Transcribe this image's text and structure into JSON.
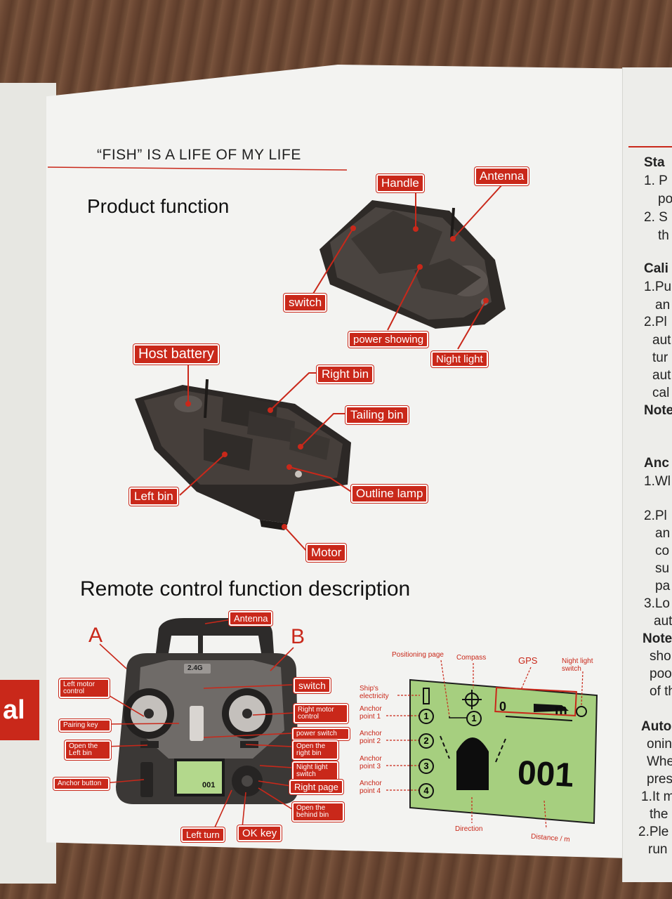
{
  "header": {
    "tagline": "“FISH” IS A LIFE OF MY LIFE"
  },
  "sections": {
    "product_function": "Product function",
    "remote_description": "Remote control function description"
  },
  "boat_top_labels": {
    "handle": "Handle",
    "antenna": "Antenna",
    "switch": "switch",
    "power_showing": "power showing",
    "night_light": "Night light"
  },
  "boat_bottom_labels": {
    "host_battery": "Host battery",
    "right_bin": "Right bin",
    "tailing_bin": "Tailing bin",
    "left_bin": "Left bin",
    "outline_lamp": "Outline lamp",
    "motor": "Motor"
  },
  "remote": {
    "letter_a": "A",
    "letter_b": "B",
    "frequency": "2.4G",
    "lcd_count": "001",
    "labels": {
      "antenna": "Antenna",
      "switch": "switch",
      "left_motor": "Left motor control",
      "pairing": "Pairing key",
      "open_left": "Open the Left bin",
      "anchor_button": "Anchor button",
      "right_motor": "Right motor control",
      "power_switch": "power switch",
      "open_right": "Open the right bin",
      "night_switch": "Night light switch",
      "right_page": "Right page",
      "open_behind": "Open the behind bin",
      "left_turn": "Left turn",
      "ok_key": "OK key"
    }
  },
  "lcd": {
    "positioning_page": "Positioning page",
    "compass": "Compass",
    "gps": "GPS",
    "night_light_switch": "Night light switch",
    "ships_electricity": "Ship's electricity",
    "anchor1": "Anchor point 1",
    "anchor2": "Anchor point 2",
    "anchor3": "Anchor point 3",
    "anchor4": "Anchor point 4",
    "direction": "Direction",
    "distance": "Distance / m",
    "count": "001",
    "gps_zero": "0",
    "gps_unit": "m"
  },
  "right_page": {
    "lines": [
      "Sta",
      "1. P",
      "po",
      "2. S",
      "th",
      "Cali",
      "1.Pu",
      "an",
      "2.Pl",
      "aut",
      "tur",
      "aut",
      "cal",
      "Note",
      "Anc",
      "1.Wl",
      "2.Pl",
      "an",
      "co",
      "su",
      "pa",
      "3.Lo",
      "aut",
      "Note",
      "sho",
      "poo",
      "of th",
      "Auto",
      "onin",
      "Whe",
      "pres",
      "1.It m",
      "the",
      "2.Ple",
      "run"
    ]
  },
  "left_tab": {
    "text": "al"
  },
  "colors": {
    "accent": "#c9281a",
    "paper": "#f3f3f1",
    "lcd_green": "#a6cf7f"
  }
}
